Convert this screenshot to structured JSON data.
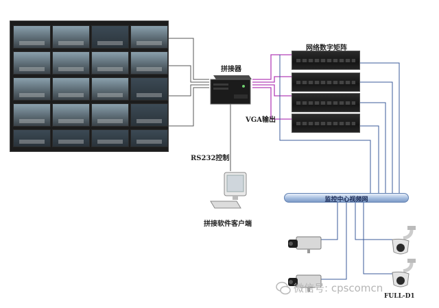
{
  "labels": {
    "splicer": "拼接器",
    "matrix": "网络数字矩阵",
    "vga": "VGA输出",
    "rs232": "RS232控制",
    "client": "拼接软件客户端",
    "network": "监控中心视频网",
    "full_d1": "FULL-D1",
    "watermark": "微信号: cpscomcn"
  },
  "icons": {
    "wall": "video-wall-icon",
    "splicer": "splicer-server-icon",
    "monitor": "monitor-icon",
    "keyboard": "keyboard-icon",
    "box_camera": "box-camera-icon",
    "dome_camera": "dome-camera-icon",
    "wechat": "wechat-icon"
  },
  "colors": {
    "vga_wire": "#b23fb8",
    "network_wire": "#3a5a9a",
    "control_wire": "#555555",
    "bus_fill": "#9fb8dc"
  }
}
